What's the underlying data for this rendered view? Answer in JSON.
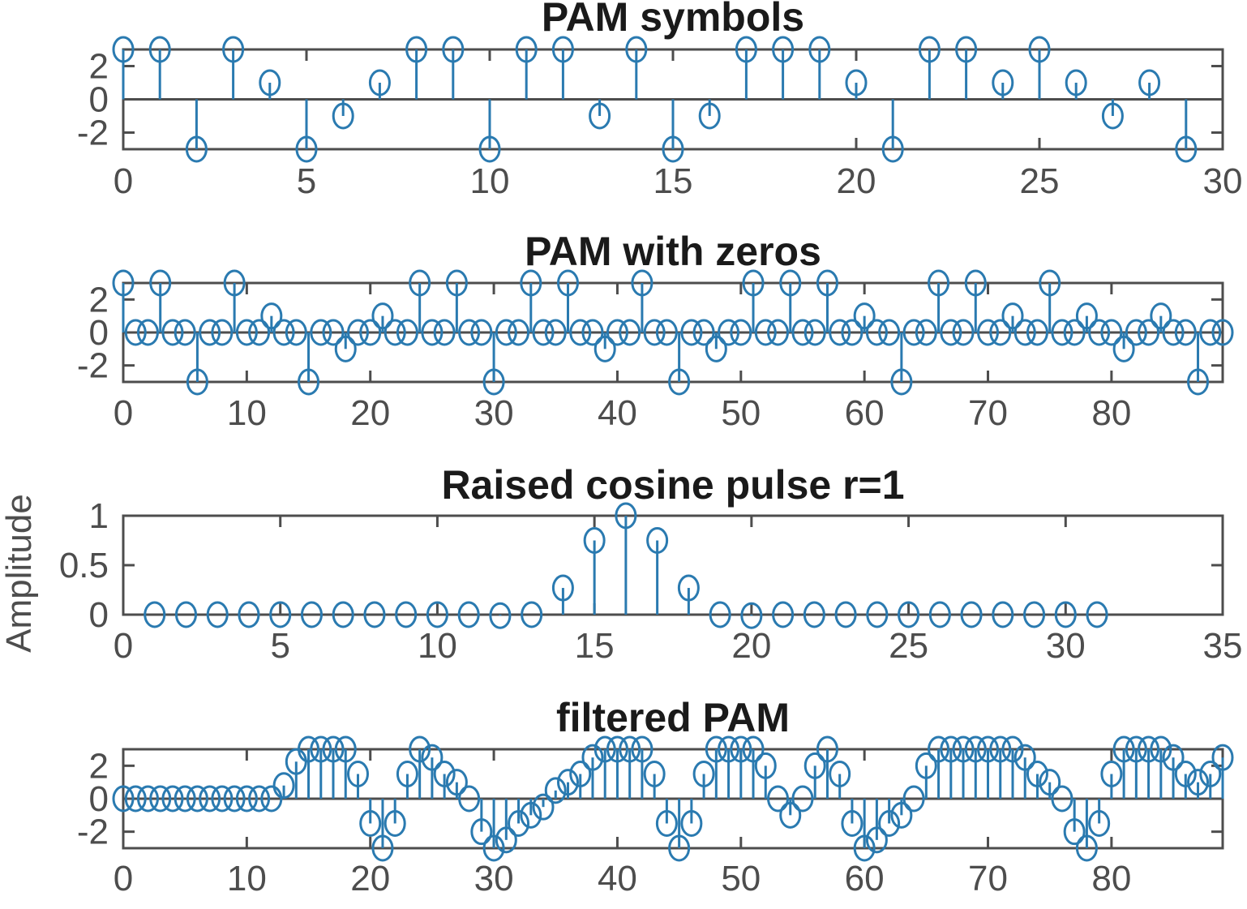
{
  "figure": {
    "stem_color": "#2a7ab0",
    "axis_color": "#4d4d4d",
    "title_color": "#1a1a1a"
  },
  "chart_data": [
    {
      "type": "stem",
      "title": "PAM symbols",
      "xlabel": "",
      "ylabel": "",
      "xlim": [
        0,
        30
      ],
      "ylim": [
        -3,
        3
      ],
      "xticks": [
        0,
        5,
        10,
        15,
        20,
        25,
        30
      ],
      "yticks": [
        -2,
        0,
        2
      ],
      "xtick_labels": [
        "0",
        "5",
        "10",
        "15",
        "20",
        "25",
        "30"
      ],
      "ytick_labels": [
        "-2",
        "0",
        "2"
      ],
      "x_start": 0,
      "values": [
        3,
        3,
        -3,
        3,
        1,
        -3,
        -1,
        1,
        3,
        3,
        -3,
        3,
        3,
        -1,
        3,
        -3,
        -1,
        3,
        3,
        3,
        1,
        -3,
        3,
        3,
        1,
        3,
        1,
        -1,
        1,
        -3
      ]
    },
    {
      "type": "stem",
      "title": "PAM with zeros",
      "xlabel": "",
      "ylabel": "",
      "xlim": [
        0,
        89
      ],
      "ylim": [
        -3,
        3
      ],
      "xticks": [
        0,
        10,
        20,
        30,
        40,
        50,
        60,
        70,
        80
      ],
      "yticks": [
        -2,
        0,
        2
      ],
      "xtick_labels": [
        "0",
        "10",
        "20",
        "30",
        "40",
        "50",
        "60",
        "70",
        "80"
      ],
      "ytick_labels": [
        "-2",
        "0",
        "2"
      ],
      "x_start": 0,
      "values": [
        3,
        0,
        0,
        3,
        0,
        0,
        -3,
        0,
        0,
        3,
        0,
        0,
        1,
        0,
        0,
        -3,
        0,
        0,
        -1,
        0,
        0,
        1,
        0,
        0,
        3,
        0,
        0,
        3,
        0,
        0,
        -3,
        0,
        0,
        3,
        0,
        0,
        3,
        0,
        0,
        -1,
        0,
        0,
        3,
        0,
        0,
        -3,
        0,
        0,
        -1,
        0,
        0,
        3,
        0,
        0,
        3,
        0,
        0,
        3,
        0,
        0,
        1,
        0,
        0,
        -3,
        0,
        0,
        3,
        0,
        0,
        3,
        0,
        0,
        1,
        0,
        0,
        3,
        0,
        0,
        1,
        0,
        0,
        -1,
        0,
        0,
        1,
        0,
        0,
        -3,
        0,
        0
      ]
    },
    {
      "type": "stem",
      "title": "Raised cosine pulse r=1",
      "xlabel": "",
      "ylabel": "Amplitude",
      "xlim": [
        0,
        35
      ],
      "ylim": [
        0,
        1
      ],
      "xticks": [
        0,
        5,
        10,
        15,
        20,
        25,
        30,
        35
      ],
      "yticks": [
        0,
        0.5,
        1
      ],
      "xtick_labels": [
        "0",
        "5",
        "10",
        "15",
        "20",
        "25",
        "30",
        "35"
      ],
      "ytick_labels": [
        "0",
        "0.5",
        "1"
      ],
      "x_start": 1,
      "values": [
        0,
        0,
        0,
        0,
        0,
        0,
        0,
        0,
        0,
        0,
        0,
        -0.01,
        0,
        0.27,
        0.75,
        1,
        0.75,
        0.27,
        0,
        -0.01,
        0,
        0,
        0,
        0,
        0,
        0,
        0,
        0,
        0,
        0,
        0
      ]
    },
    {
      "type": "stem",
      "title": "filtered PAM",
      "xlabel": "",
      "ylabel": "",
      "xlim": [
        0,
        89
      ],
      "ylim": [
        -3,
        3
      ],
      "xticks": [
        0,
        10,
        20,
        30,
        40,
        50,
        60,
        70,
        80
      ],
      "yticks": [
        -2,
        0,
        2
      ],
      "xtick_labels": [
        "0",
        "10",
        "20",
        "30",
        "40",
        "50",
        "60",
        "70",
        "80"
      ],
      "ytick_labels": [
        "-2",
        "0",
        "2"
      ],
      "x_start": 0,
      "values": [
        0,
        0,
        0,
        0,
        0,
        0,
        0,
        0,
        0,
        0,
        0,
        0,
        0,
        0.8,
        2.25,
        3,
        3,
        3,
        3,
        1.5,
        -1.5,
        -3,
        -1.5,
        1.5,
        3,
        2.5,
        1.5,
        1,
        0,
        -2,
        -3,
        -2.5,
        -1.5,
        -1,
        -0.5,
        0.5,
        1,
        1.5,
        2.5,
        3,
        3,
        3,
        3,
        1.5,
        -1.5,
        -3,
        -1.5,
        1.5,
        3,
        3,
        3,
        3,
        2,
        0,
        -1,
        0,
        2,
        3,
        1.5,
        -1.5,
        -3,
        -2.5,
        -1.5,
        -1,
        0,
        2,
        3,
        3,
        3,
        3,
        3,
        3,
        3,
        2.5,
        1.5,
        1,
        0,
        -2,
        -3,
        -1.5,
        1.5,
        3,
        3,
        3,
        3,
        2.5,
        1.5,
        1,
        1.5,
        2.5
      ]
    }
  ]
}
